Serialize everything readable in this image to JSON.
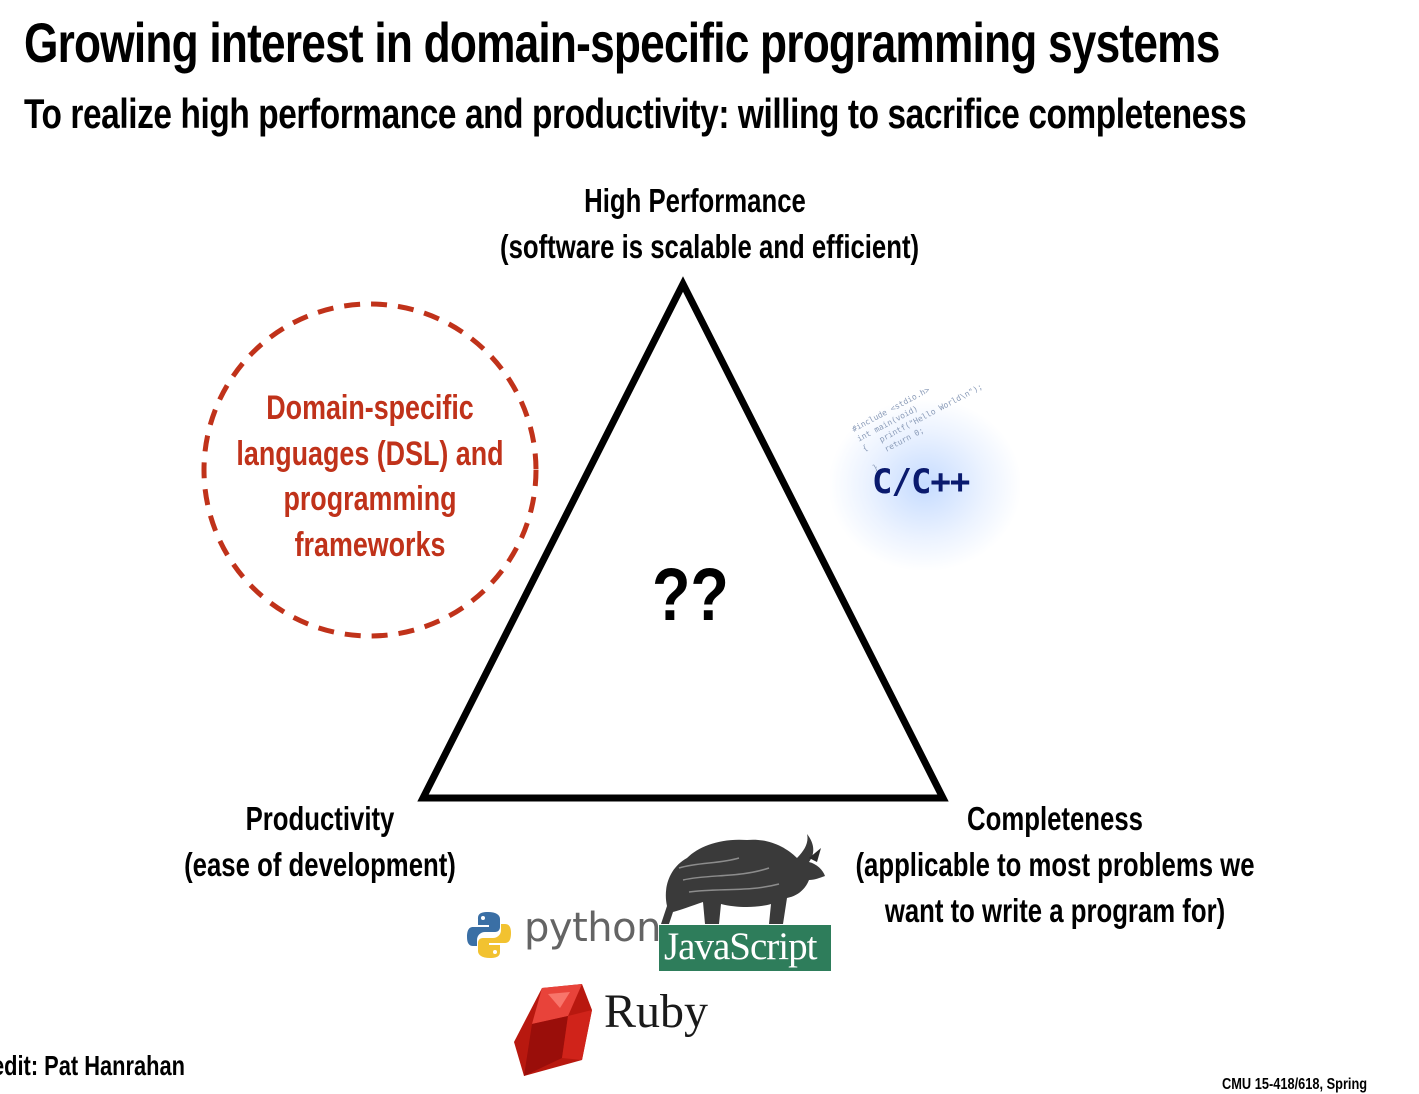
{
  "slide": {
    "title": "Growing interest in domain-specific programming systems",
    "subtitle": "To realize high performance and productivity: willing to sacrifice completeness",
    "center_mark": "??",
    "credit": "edit: Pat Hanrahan",
    "course": "CMU 15-418/618, Spring"
  },
  "corners": {
    "top": {
      "line1": "High Performance",
      "line2": "(software is scalable and efficient)"
    },
    "left": {
      "line1": "Productivity",
      "line2": "(ease of development)"
    },
    "right": {
      "line1": "Completeness",
      "line2": "(applicable to most problems we",
      "line3": "want to write a program for)"
    }
  },
  "dsl_region": {
    "line1": "Domain-specific",
    "line2": "languages (DSL) and",
    "line3": "programming",
    "line4": "frameworks",
    "color": "#c0321a"
  },
  "languages": {
    "cpp": {
      "label": "C/C++",
      "code": "#include <stdio.h>\nint main(void)\n{   printf(\"Hello World\\n\");\n    return 0;\n}"
    },
    "python": {
      "label": "python"
    },
    "javascript": {
      "label": "JavaScript"
    },
    "ruby": {
      "label": "Ruby"
    }
  },
  "icons": {
    "python": "python-logo-icon",
    "javascript": "rhino-icon",
    "ruby": "ruby-gem-icon"
  }
}
